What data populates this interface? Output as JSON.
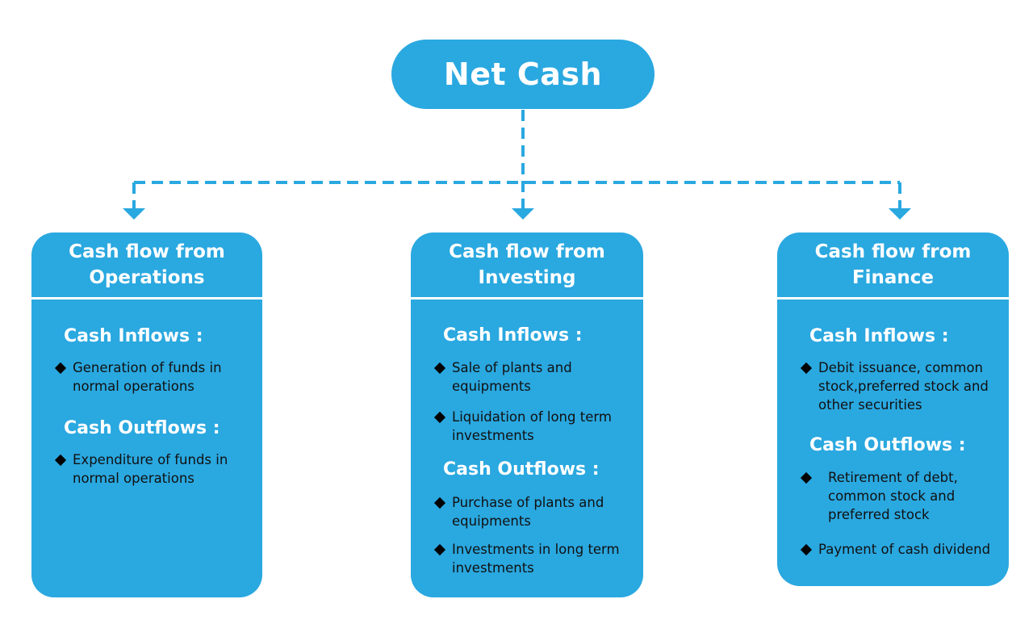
{
  "root": {
    "label": "Net Cash"
  },
  "colors": {
    "accent": "#2aa8e0",
    "text_dark": "#111111",
    "bullet": "#000000"
  },
  "branches": [
    {
      "title": "Cash flow from Operations",
      "inflows_heading": "Cash Inflows :",
      "inflows": [
        "Generation of funds in normal operations"
      ],
      "outflows_heading": "Cash Outflows :",
      "outflows": [
        "Expenditure of funds in normal operations"
      ]
    },
    {
      "title": "Cash flow from Investing",
      "inflows_heading": "Cash Inflows :",
      "inflows": [
        "Sale of plants and equipments",
        "Liquidation of long term investments"
      ],
      "outflows_heading": "Cash Outflows :",
      "outflows": [
        "Purchase of plants and equipments",
        "Investments in long term investments"
      ]
    },
    {
      "title": "Cash flow from Finance",
      "inflows_heading": "Cash Inflows :",
      "inflows": [
        "Debit issuance, common stock,preferred stock and other securities"
      ],
      "outflows_heading": "Cash Outflows :",
      "outflows": [
        "Retirement of debt, common stock and preferred stock",
        "Payment of cash dividend"
      ]
    }
  ]
}
